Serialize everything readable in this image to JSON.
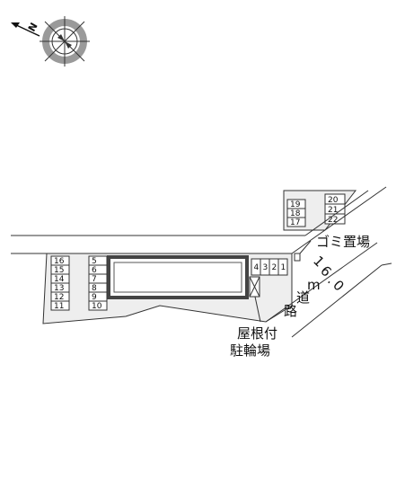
{
  "compass": {
    "north_label": "N"
  },
  "parking_left_col1": [
    "16",
    "15",
    "14",
    "13",
    "12",
    "11"
  ],
  "parking_left_col2": [
    "5",
    "6",
    "7",
    "8",
    "9",
    "10"
  ],
  "parking_right_row": [
    "4",
    "3",
    "2",
    "1"
  ],
  "parking_top_col1": [
    "19",
    "18",
    "17"
  ],
  "parking_top_col2": [
    "20",
    "21",
    "22"
  ],
  "labels": {
    "garbage": "ゴミ置場",
    "bike_line1": "屋根付",
    "bike_line2": "駐輪場",
    "road_chars": [
      "1",
      "6",
      ".",
      "0",
      "m",
      "道",
      "路"
    ]
  },
  "colors": {
    "lot_fill": "#eeeeee",
    "building_border": "#444444",
    "line": "#333333"
  }
}
